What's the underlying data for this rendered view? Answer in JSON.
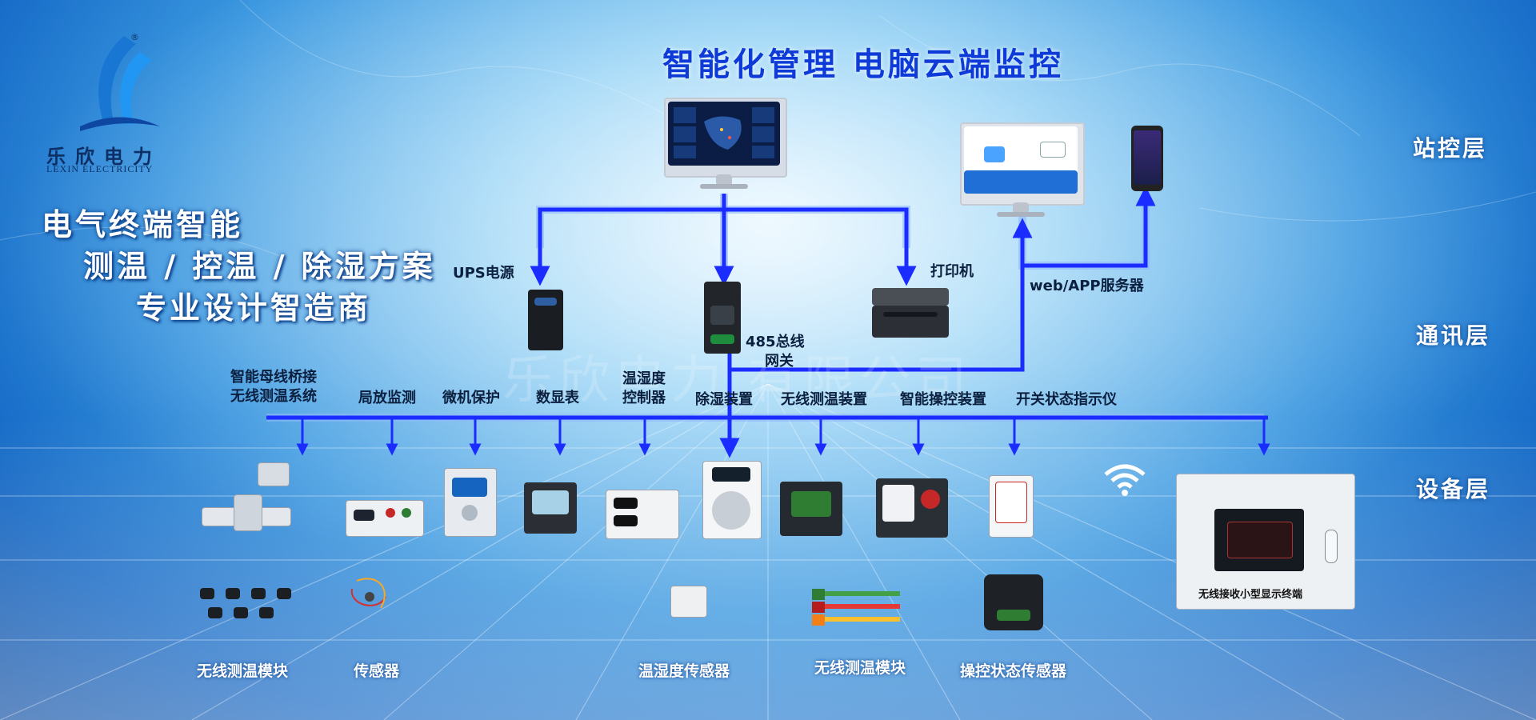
{
  "brand": {
    "name_cn": "乐欣电力",
    "name_en": "LEXIN ELECTRICITY",
    "registered_mark": "®",
    "logo_icon": "wave-sail-logo"
  },
  "slogan": {
    "line1": "电气终端智能",
    "line2": "测温 / 控温 / 除湿方案",
    "line3": "专业设计智造商"
  },
  "headline": "智能化管理  电脑云端监控",
  "layers": {
    "station": "站控层",
    "communication": "通讯层",
    "device": "设备层"
  },
  "station_nodes": {
    "ups": "UPS电源",
    "printer": "打印机",
    "server": "web/APP服务器",
    "gateway_line1": "485总线",
    "gateway_line2": "网关"
  },
  "bus_devices": [
    {
      "line1": "智能母线桥接",
      "line2": "无线测温系统"
    },
    {
      "line1": "局放监测",
      "line2": ""
    },
    {
      "line1": "微机保护",
      "line2": ""
    },
    {
      "line1": "数显表",
      "line2": ""
    },
    {
      "line1": "温湿度",
      "line2": "控制器"
    },
    {
      "line1": "除湿装置",
      "line2": ""
    },
    {
      "line1": "无线测温装置",
      "line2": ""
    },
    {
      "line1": "智能操控装置",
      "line2": ""
    },
    {
      "line1": "开关状态指示仪",
      "line2": ""
    }
  ],
  "sensors": {
    "wireless_module_1": "无线测温模块",
    "sensor": "传感器",
    "temp_humidity_sensor": "温湿度传感器",
    "wireless_module_2": "无线测温模块",
    "control_state_sensor": "操控状态传感器"
  },
  "terminal": {
    "label": "无线接收小型显示终端",
    "wifi_icon": "wifi-icon"
  },
  "watermark": "乐欣电力  有限公司",
  "colors": {
    "wire": "#1a2cff",
    "wire_glow": "#8fb8ff",
    "headline": "#0e3bd8",
    "background_dark": "#0a4aa0"
  }
}
